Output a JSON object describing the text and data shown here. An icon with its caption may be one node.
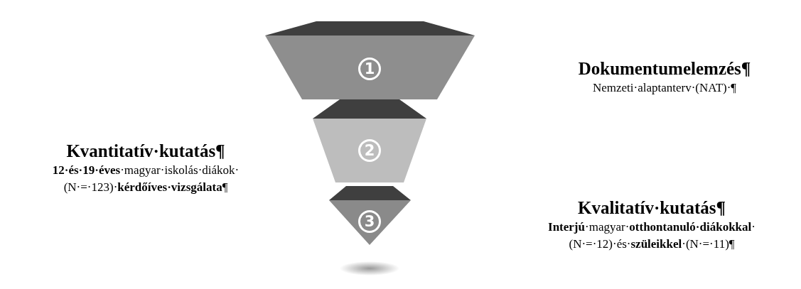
{
  "diagram": {
    "nodes": [
      {
        "text": [
          "1"
        ],
        "beside": [
          "Dokumentumelemzés¶",
          "Nemzeti·alaptanterv·(NAT)·¶"
        ]
      },
      {
        "text": [
          "2"
        ],
        "beside": [
          "Kvantitatív·kutatás¶",
          "**12·és·19·éves**·magyar·iskolás·diákok· (N·=·123)·**kérdőíves·vizsgálata**¶"
        ]
      },
      {
        "text": [
          "3"
        ],
        "beside": [
          "Kvalitatív·kutatás¶",
          "**Interjú**·magyar·**otthontanuló·diákokkal**· (N·=·12)·és·**szüleikkel**·(N·=·11)¶"
        ]
      }
    ]
  }
}
